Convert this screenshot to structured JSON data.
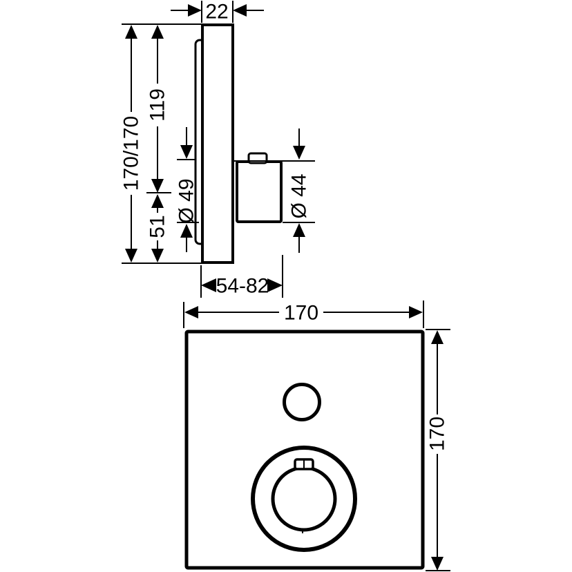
{
  "colors": {
    "line": "#000000",
    "background": "#ffffff"
  },
  "side_view": {
    "plate_depth": "22",
    "total_height": "170/170",
    "upper_height": "119",
    "lower_height": "51",
    "sleeve_diameter": "Ø 49",
    "handle_diameter": "Ø 44",
    "install_depth_range": "54-82"
  },
  "front_view": {
    "plate_width": "170",
    "plate_height": "170"
  }
}
